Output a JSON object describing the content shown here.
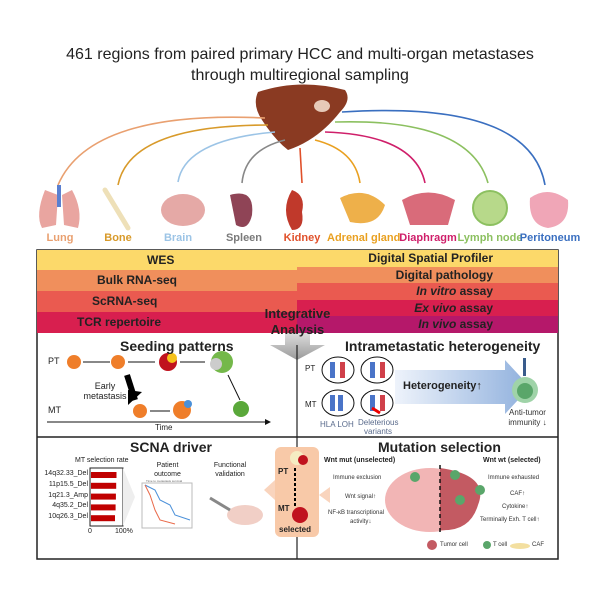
{
  "title": {
    "line1": "461 regions from paired primary HCC and multi-organ metastases",
    "line2": "through multiregional sampling"
  },
  "organs": [
    {
      "label": "Lung",
      "color": "#e9a070"
    },
    {
      "label": "Bone",
      "color": "#d89a2a"
    },
    {
      "label": "Brain",
      "color": "#9cc4e6"
    },
    {
      "label": "Spleen",
      "color": "#7a7a7a"
    },
    {
      "label": "Kidney",
      "color": "#e0502a"
    },
    {
      "label": "Adrenal gland",
      "color": "#e9a020"
    },
    {
      "label": "Diaphragm",
      "color": "#cf1f6a"
    },
    {
      "label": "Lymph node",
      "color": "#8cc060"
    },
    {
      "label": "Peritoneum",
      "color": "#3a6fc0"
    }
  ],
  "methods_left": [
    {
      "label": "WES",
      "color": "#fcd96a"
    },
    {
      "label": "Bulk RNA-seq",
      "color": "#f08f5c"
    },
    {
      "label": "ScRNA-seq",
      "color": "#ea5a50"
    },
    {
      "label": "TCR repertoire",
      "color": "#d81f4f"
    }
  ],
  "methods_right": [
    {
      "italic": "",
      "label": "Digital Spatial Profiler",
      "color": "#fcd96a"
    },
    {
      "italic": "",
      "label": "Digital pathology",
      "color": "#f08f5c"
    },
    {
      "italic": "In vitro",
      "label": " assay",
      "color": "#ea5a50"
    },
    {
      "italic": "Ex vivo",
      "label": " assay",
      "color": "#d81f4f"
    },
    {
      "italic": "In vivo",
      "label": " assay",
      "color": "#b5186a"
    }
  ],
  "center": {
    "line1": "Integrative",
    "line2": "Analysis"
  },
  "seeding": {
    "title": "Seeding patterns",
    "pt": "PT",
    "mt": "MT",
    "early1": "Early",
    "early2": "metastasis",
    "time": "Time"
  },
  "heterogeneity": {
    "title": "Intrametastatic heterogeneity",
    "pt": "PT",
    "mt": "MT",
    "hla": "HLA LOH",
    "del1": "Deleterious",
    "del2": "variants",
    "arrow": "Heterogeneity↑",
    "anti1": "Anti-tumor",
    "anti2": "immunity ↓"
  },
  "scna": {
    "title": "SCNA driver",
    "rate_label": "MT selection rate",
    "bars": [
      {
        "label": "14q32.33_Del",
        "value": 85
      },
      {
        "label": "11p15.5_Del",
        "value": 84
      },
      {
        "label": "1q21.3_Amp",
        "value": 83
      },
      {
        "label": "4q35.2_Del",
        "value": 82
      },
      {
        "label": "10q26.3_Del",
        "value": 80
      }
    ],
    "axis_min": "0",
    "axis_max": "100%",
    "bar_color": "#c00000",
    "outcome1": "Patient",
    "outcome2": "outcome",
    "km_title": "Time to metastasis survival",
    "func1": "Functional",
    "func2": "validation"
  },
  "selected": {
    "pt": "PT",
    "mt": "MT",
    "label": "selected"
  },
  "mutation": {
    "title": "Mutation selection",
    "left_title": "Wnt mut (unselected)",
    "right_title": "Wnt wt (selected)",
    "left_items": [
      "Immune exclusion",
      "Wnt signal↑",
      "NF-κB transcriptional",
      "activity↓"
    ],
    "right_items": [
      "Immune exhausted",
      "CAF↑",
      "Cytokine↑",
      "Terminally Exh. T cell↑"
    ],
    "legend": [
      "Tumor cell",
      "T cell",
      "CAF"
    ]
  }
}
